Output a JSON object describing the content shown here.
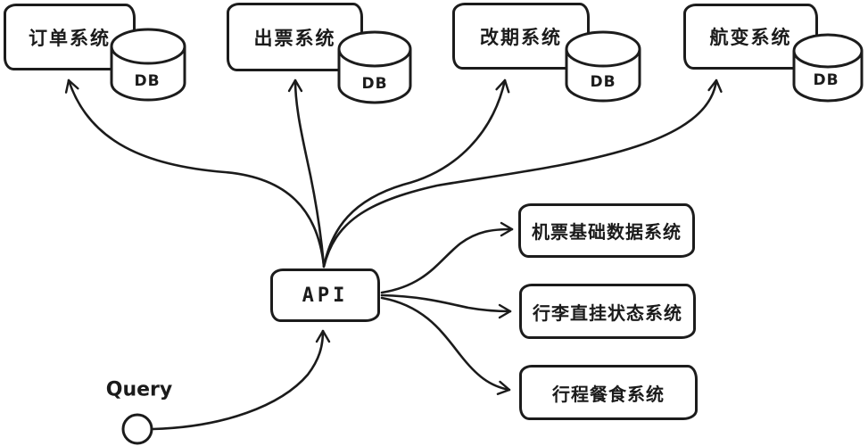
{
  "diagram": {
    "colors": {
      "stroke": "#1b1b1b",
      "background": "#ffffff"
    },
    "top_systems": [
      {
        "label": "订单系统",
        "db_label": "DB"
      },
      {
        "label": "出票系统",
        "db_label": "DB"
      },
      {
        "label": "改期系统",
        "db_label": "DB"
      },
      {
        "label": "航变系统",
        "db_label": "DB"
      }
    ],
    "api": {
      "label": "API"
    },
    "right_systems": [
      {
        "label": "机票基础数据系统"
      },
      {
        "label": "行李直挂状态系统"
      },
      {
        "label": "行程餐食系统"
      }
    ],
    "query": {
      "label": "Query"
    }
  }
}
